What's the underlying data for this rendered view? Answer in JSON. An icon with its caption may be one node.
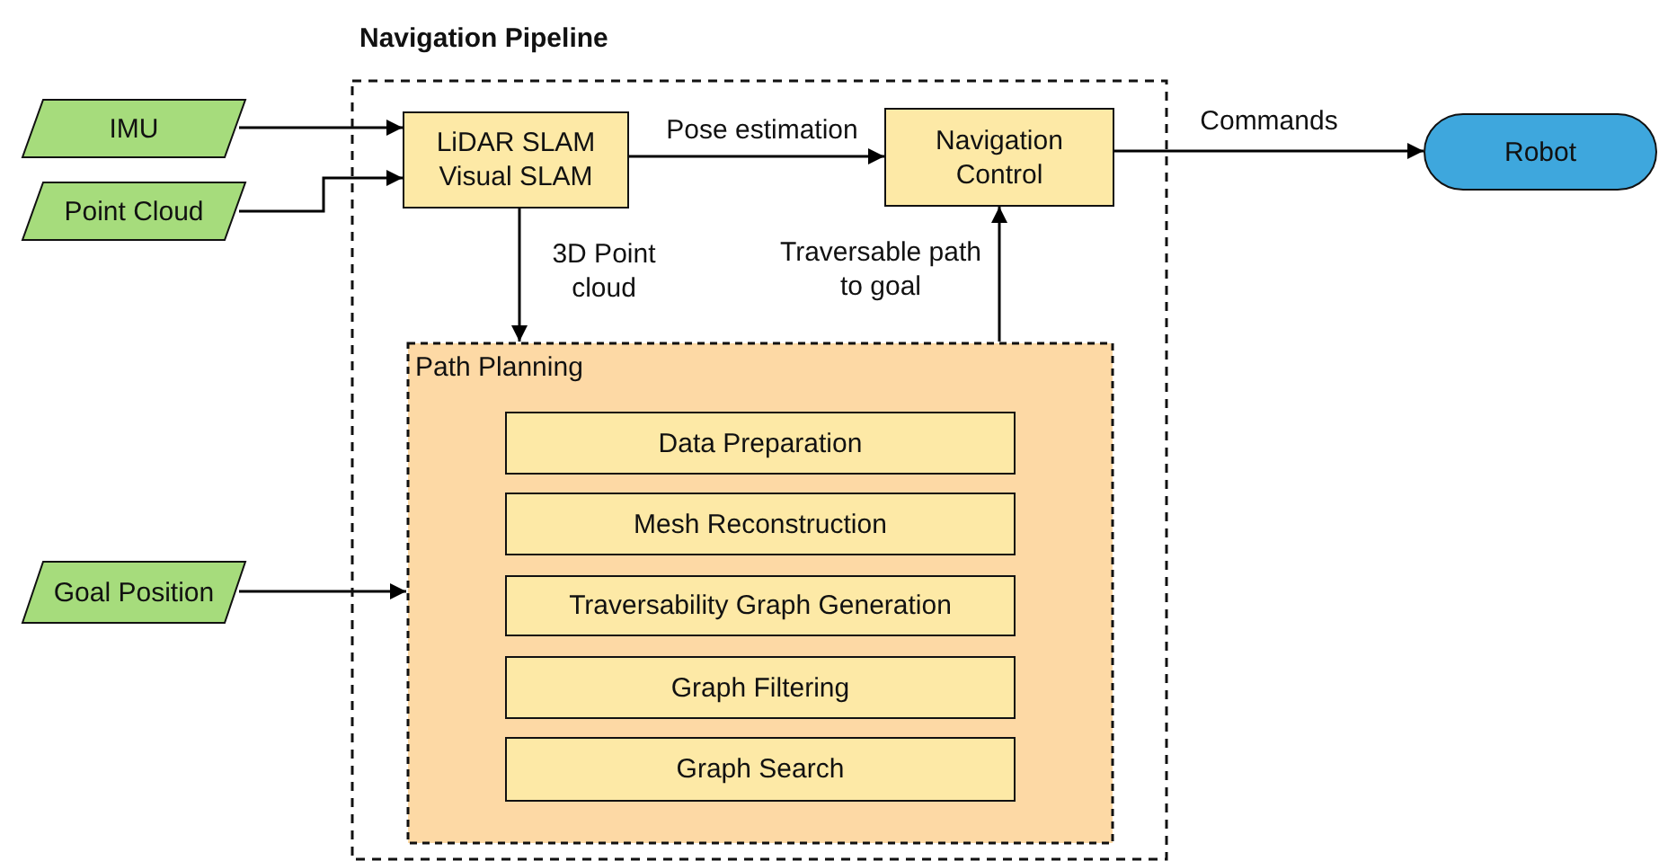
{
  "diagram": {
    "nodes": [
      {
        "text": [
          "Navigation Pipeline"
        ]
      },
      {
        "text": [
          "IMU"
        ]
      },
      {
        "text": [
          "Point Cloud"
        ]
      },
      {
        "text": [
          "LiDAR SLAM Visual SLAM"
        ],
        "in": 0
      },
      {
        "text": [
          "Navigation Control"
        ],
        "in": 0
      },
      {
        "text": [
          "Robot"
        ]
      },
      {
        "text": [
          "Path Planning"
        ],
        "in": 0
      },
      {
        "text": [
          "Data Preparation"
        ],
        "in": 6
      },
      {
        "text": [
          "Mesh Reconstruction"
        ],
        "in": 6
      },
      {
        "text": [
          "Traversability Graph Generation"
        ],
        "in": 6
      },
      {
        "text": [
          "Graph Filtering"
        ],
        "in": 6
      },
      {
        "text": [
          "Graph Search"
        ],
        "in": 6
      },
      {
        "text": [
          "Goal Position"
        ]
      }
    ],
    "edges": [
      {
        "from": 1,
        "to": 3,
        "arrow": "to"
      },
      {
        "from": 2,
        "to": 3,
        "arrow": "to"
      },
      {
        "from": 3,
        "to": 4,
        "arrow": "to",
        "label": "Pose estimation"
      },
      {
        "from": 3,
        "to": 6,
        "arrow": "to",
        "label": "3D Point cloud"
      },
      {
        "from": 6,
        "to": 4,
        "arrow": "to",
        "label": "Traversable path to goal"
      },
      {
        "from": 4,
        "to": 5,
        "arrow": "to",
        "label": "Commands"
      },
      {
        "from": 12,
        "to": 6,
        "arrow": "to"
      }
    ]
  }
}
